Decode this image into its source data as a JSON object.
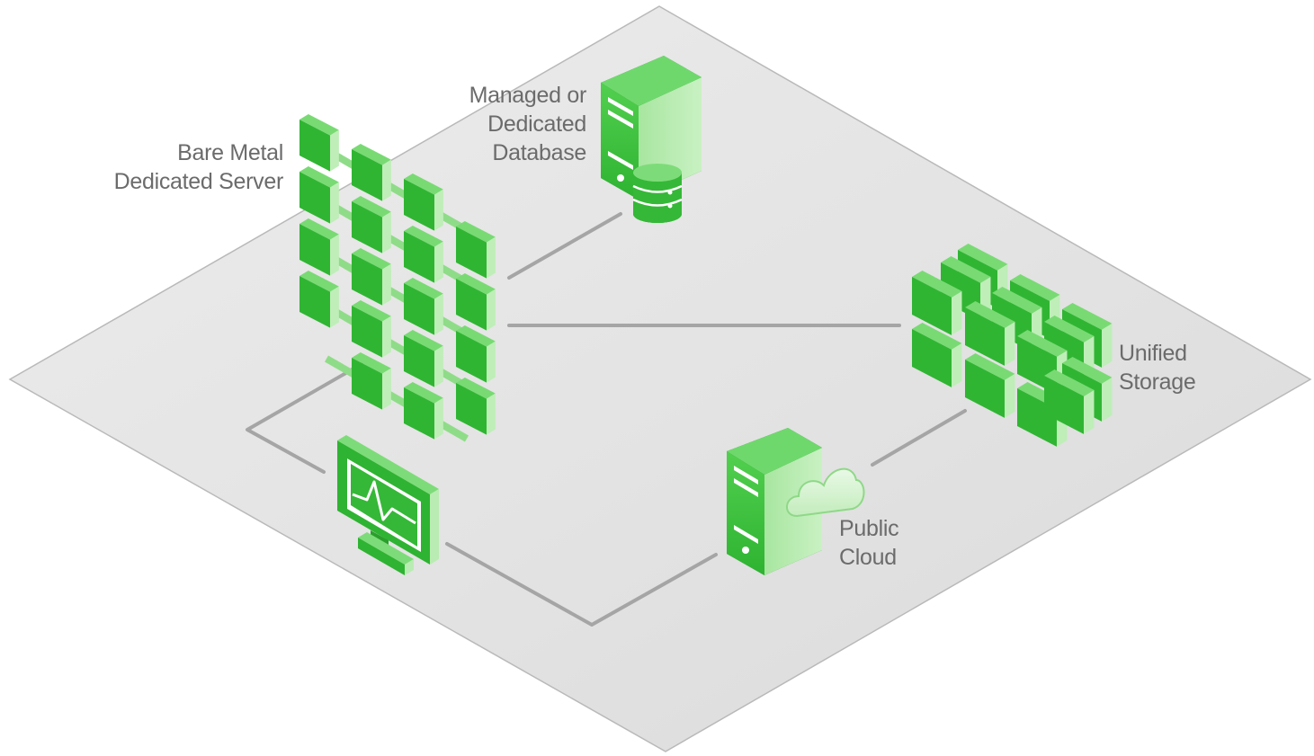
{
  "colors": {
    "platform": "#e6e6e6",
    "platform_edge": "#b9b9b9",
    "connector": "#a5a5a5",
    "green_front": "#35b837",
    "green_dark": "#1f8f22",
    "green_light": "#6fd86d",
    "green_pale": "#b9ecb2",
    "label": "#6b6b6b"
  },
  "nodes": {
    "bare_metal": {
      "label_line1": "Bare Metal",
      "label_line2": "Dedicated Server",
      "icon": "server-grid-icon"
    },
    "database": {
      "label_line1": "Managed or",
      "label_line2": "Dedicated",
      "label_line3": "Database",
      "icon": "database-server-icon"
    },
    "storage": {
      "label_line1": "Unified",
      "label_line2": "Storage",
      "icon": "storage-array-icon"
    },
    "cloud": {
      "label_line1": "Public",
      "label_line2": "Cloud",
      "icon": "cloud-server-icon"
    },
    "monitor": {
      "icon": "monitor-icon"
    }
  },
  "edges": [
    {
      "from": "bare_metal",
      "to": "database"
    },
    {
      "from": "bare_metal",
      "to": "storage"
    },
    {
      "from": "bare_metal",
      "to": "monitor"
    },
    {
      "from": "monitor",
      "to": "cloud"
    },
    {
      "from": "cloud",
      "to": "storage"
    }
  ]
}
